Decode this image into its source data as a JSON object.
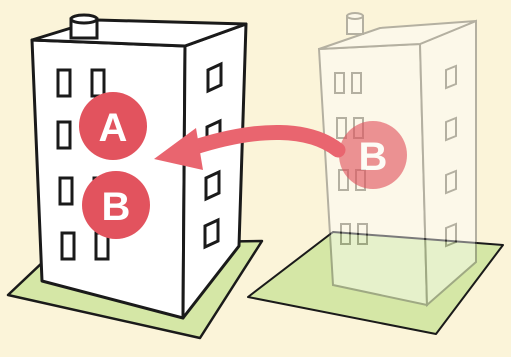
{
  "colors": {
    "background": "#fbf4d9",
    "lawn": "#d5e7a6",
    "building": "#ffffff",
    "outline": "#1a1a1a",
    "badge": "#e2535e",
    "arrow": "#e9656f"
  },
  "badges": {
    "upper_left": "A",
    "lower_left": "B",
    "ghost": "B"
  },
  "icons": {
    "arrow": "arrow-left-icon"
  }
}
